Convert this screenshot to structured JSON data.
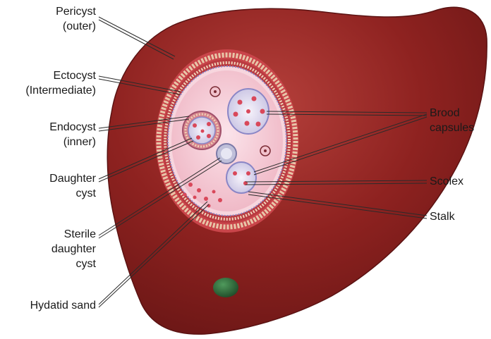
{
  "labels": {
    "pericyst": [
      "Pericyst",
      "(outer)"
    ],
    "ectocyst": [
      "Ectocyst",
      "(Intermediate)"
    ],
    "endocyst": [
      "Endocyst",
      "(inner)"
    ],
    "daughter_cyst": [
      "Daughter",
      "cyst"
    ],
    "sterile_daughter_cyst": [
      "Sterile",
      "daughter",
      "cyst"
    ],
    "hydatid_sand": [
      "Hydatid sand"
    ],
    "brood_capsules": [
      "Brood",
      "capsules"
    ],
    "scolex": [
      "Scolex"
    ],
    "stalk": [
      "Stalk"
    ]
  },
  "colors": {
    "liver": "#8e2220",
    "liver_dark": "#6c1716",
    "gallbladder": "#2f6b3a",
    "cyst_fluid": "#f3c4cf",
    "pericyst": "#c9454a",
    "ectocyst_stripes": "#e8c6a8",
    "scolex_dots": "#d9485a"
  }
}
